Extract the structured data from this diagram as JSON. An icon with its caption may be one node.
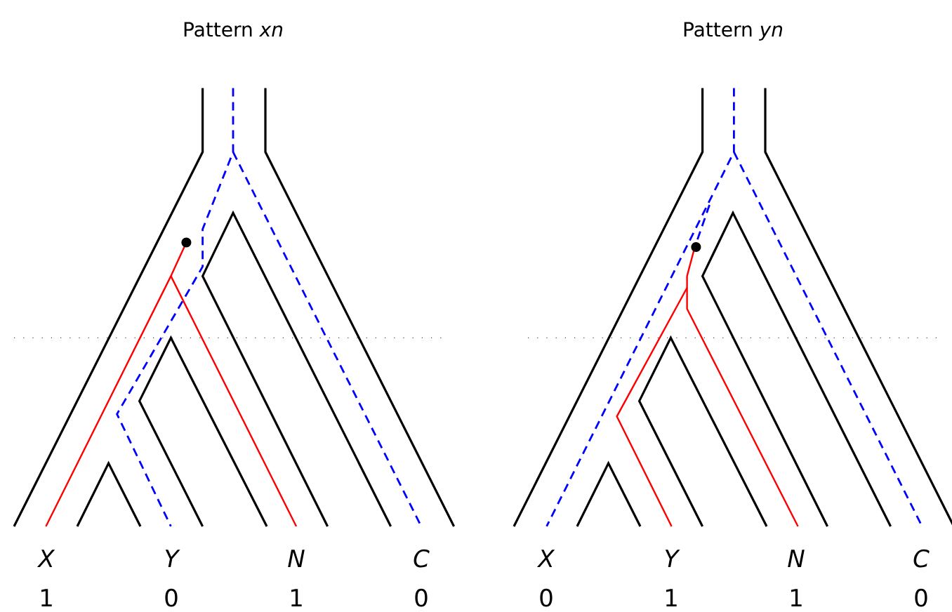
{
  "diagram": {
    "labels": [
      "Pattern *xn*",
      "Pattern *yn*",
      "X",
      "Y",
      "N",
      "C",
      "X",
      "Y",
      "N",
      "C",
      "1",
      "0",
      "1",
      "0",
      "0",
      "1",
      "1",
      "0"
    ]
  }
}
